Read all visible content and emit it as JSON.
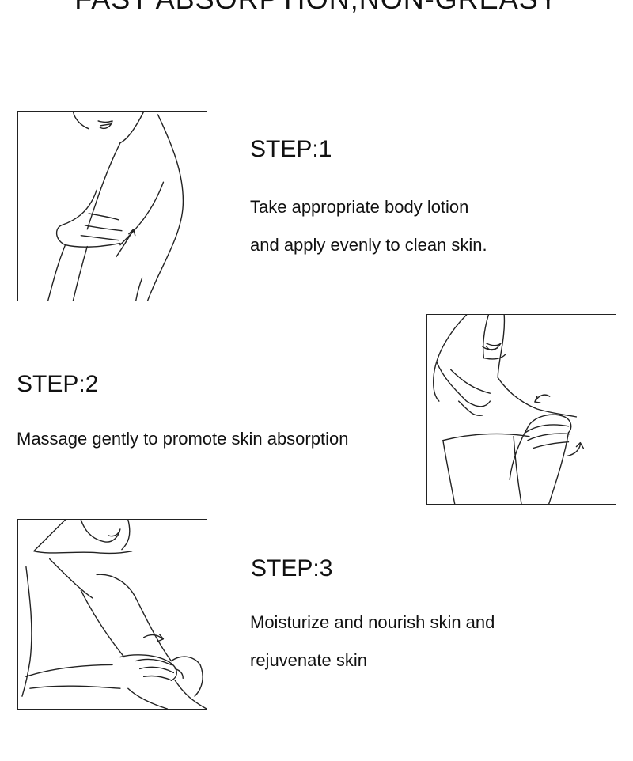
{
  "title": "FAST ABSORPTION,NON-GREASY",
  "steps": [
    {
      "heading": "STEP:1",
      "lines": [
        "Take appropriate body lotion",
        "and apply evenly to clean skin."
      ],
      "illustration_icon": "arm-lotion-icon"
    },
    {
      "heading": "STEP:2",
      "lines": [
        "Massage gently to promote skin absorption"
      ],
      "illustration_icon": "shoulder-massage-icon"
    },
    {
      "heading": "STEP:3",
      "lines": [
        "Moisturize and nourish skin and",
        "rejuvenate skin"
      ],
      "illustration_icon": "leg-moisturize-icon"
    }
  ]
}
